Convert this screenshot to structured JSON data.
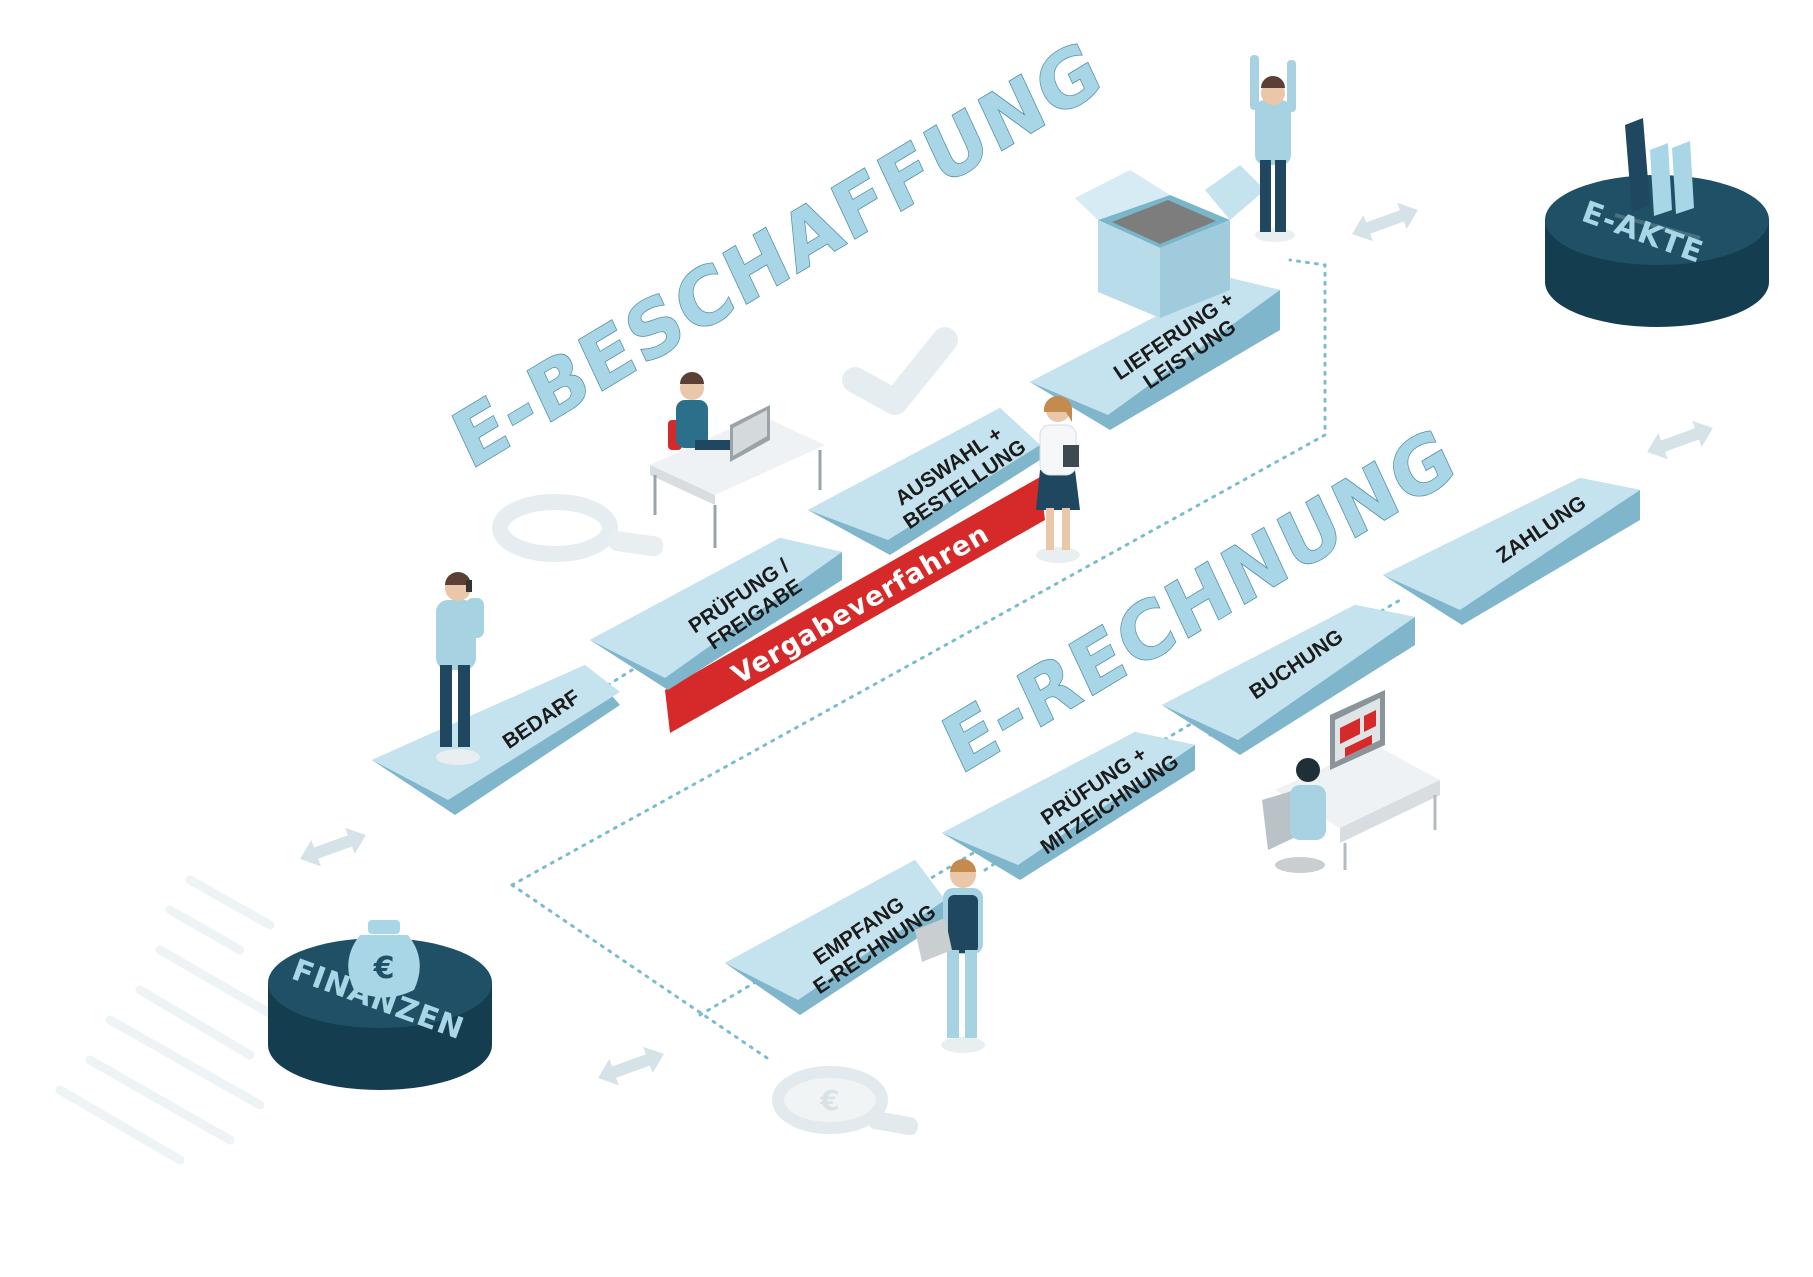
{
  "headings": {
    "procurement": "E-BESCHAFFUNG",
    "invoicing": "E-RECHNUNG"
  },
  "procurement_steps": [
    {
      "line1": "BEDARF",
      "line2": ""
    },
    {
      "line1": "PRÜFUNG /",
      "line2": "FREIGABE"
    },
    {
      "line1": "AUSWAHL +",
      "line2": "BESTELLUNG"
    },
    {
      "line1": "LIEFERUNG +",
      "line2": "LEISTUNG"
    }
  ],
  "invoice_steps": [
    {
      "line1": "EMPFANG",
      "line2": "E-RECHNUNG"
    },
    {
      "line1": "PRÜFUNG +",
      "line2": "MITZEICHNUNG"
    },
    {
      "line1": "BUCHUNG",
      "line2": ""
    },
    {
      "line1": "ZAHLUNG",
      "line2": ""
    }
  ],
  "banner": "Vergabeverfahren",
  "databases": {
    "finance": "FINANZEN",
    "archive": "E-AKTE"
  },
  "colors": {
    "arrow_top": "#c5e3ee",
    "arrow_side": "#7fb6cb",
    "heading": "#a9d6e6",
    "banner": "#d62a2a",
    "database": "#1f5066",
    "dotted_line": "#7cbccf"
  },
  "icons": {
    "exchange": "double-arrow-icon",
    "money_bag": "euro-bag-icon",
    "folders": "binder-icon",
    "search": "magnifier-icon",
    "check": "checkmark-icon",
    "box": "open-box-icon",
    "euro_magnifier": "euro-search-icon"
  }
}
